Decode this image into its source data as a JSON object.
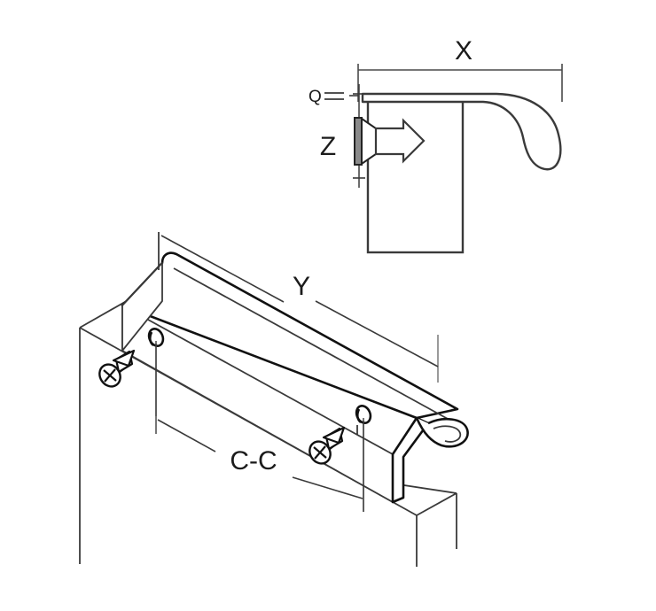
{
  "drawing": {
    "title": "Wall-mounted faucet spout and mounting bracket technical drawing",
    "background_color": "#ffffff",
    "line_color": "#3a3a3a",
    "heavy_line_color": "#111111",
    "text_color": "#1b1b1b",
    "views": [
      {
        "id": "side-elevation",
        "name": "side-elevation-view",
        "description": "Side elevation of wall-mounted spout showing projection X, inlet mark Q and height Z"
      },
      {
        "id": "isometric",
        "name": "isometric-view",
        "description": "Isometric view of the mounting bracket on wall edge showing length Y and hole spacing C-C"
      }
    ],
    "labels": {
      "x_dimension": "X",
      "y_dimension": "Y",
      "z_dimension": "Z",
      "q_marker": "Q",
      "cc_dimension": "C-C"
    },
    "annotations": [
      {
        "key": "x_dimension",
        "text": "X",
        "view": "side-elevation",
        "type": "linear-dimension"
      },
      {
        "key": "q_marker",
        "text": "Q",
        "view": "side-elevation",
        "type": "leader-note"
      },
      {
        "key": "z_dimension",
        "text": "Z",
        "view": "side-elevation",
        "type": "linear-dimension"
      },
      {
        "key": "y_dimension",
        "text": "Y",
        "view": "isometric",
        "type": "linear-dimension"
      },
      {
        "key": "cc_dimension",
        "text": "C-C",
        "view": "isometric",
        "type": "linear-dimension"
      }
    ],
    "components": [
      {
        "name": "spout-curve",
        "view": "side-elevation"
      },
      {
        "name": "wall-panel",
        "view": "side-elevation"
      },
      {
        "name": "escutcheon-flange",
        "view": "side-elevation"
      },
      {
        "name": "section-arrow",
        "view": "side-elevation"
      },
      {
        "name": "bracket-body",
        "view": "isometric"
      },
      {
        "name": "bracket-lip",
        "view": "isometric"
      },
      {
        "name": "mounting-hole-left",
        "view": "isometric"
      },
      {
        "name": "mounting-hole-right",
        "view": "isometric"
      },
      {
        "name": "screw-left",
        "view": "isometric"
      },
      {
        "name": "screw-right",
        "view": "isometric"
      },
      {
        "name": "wall-block",
        "view": "isometric"
      }
    ]
  }
}
